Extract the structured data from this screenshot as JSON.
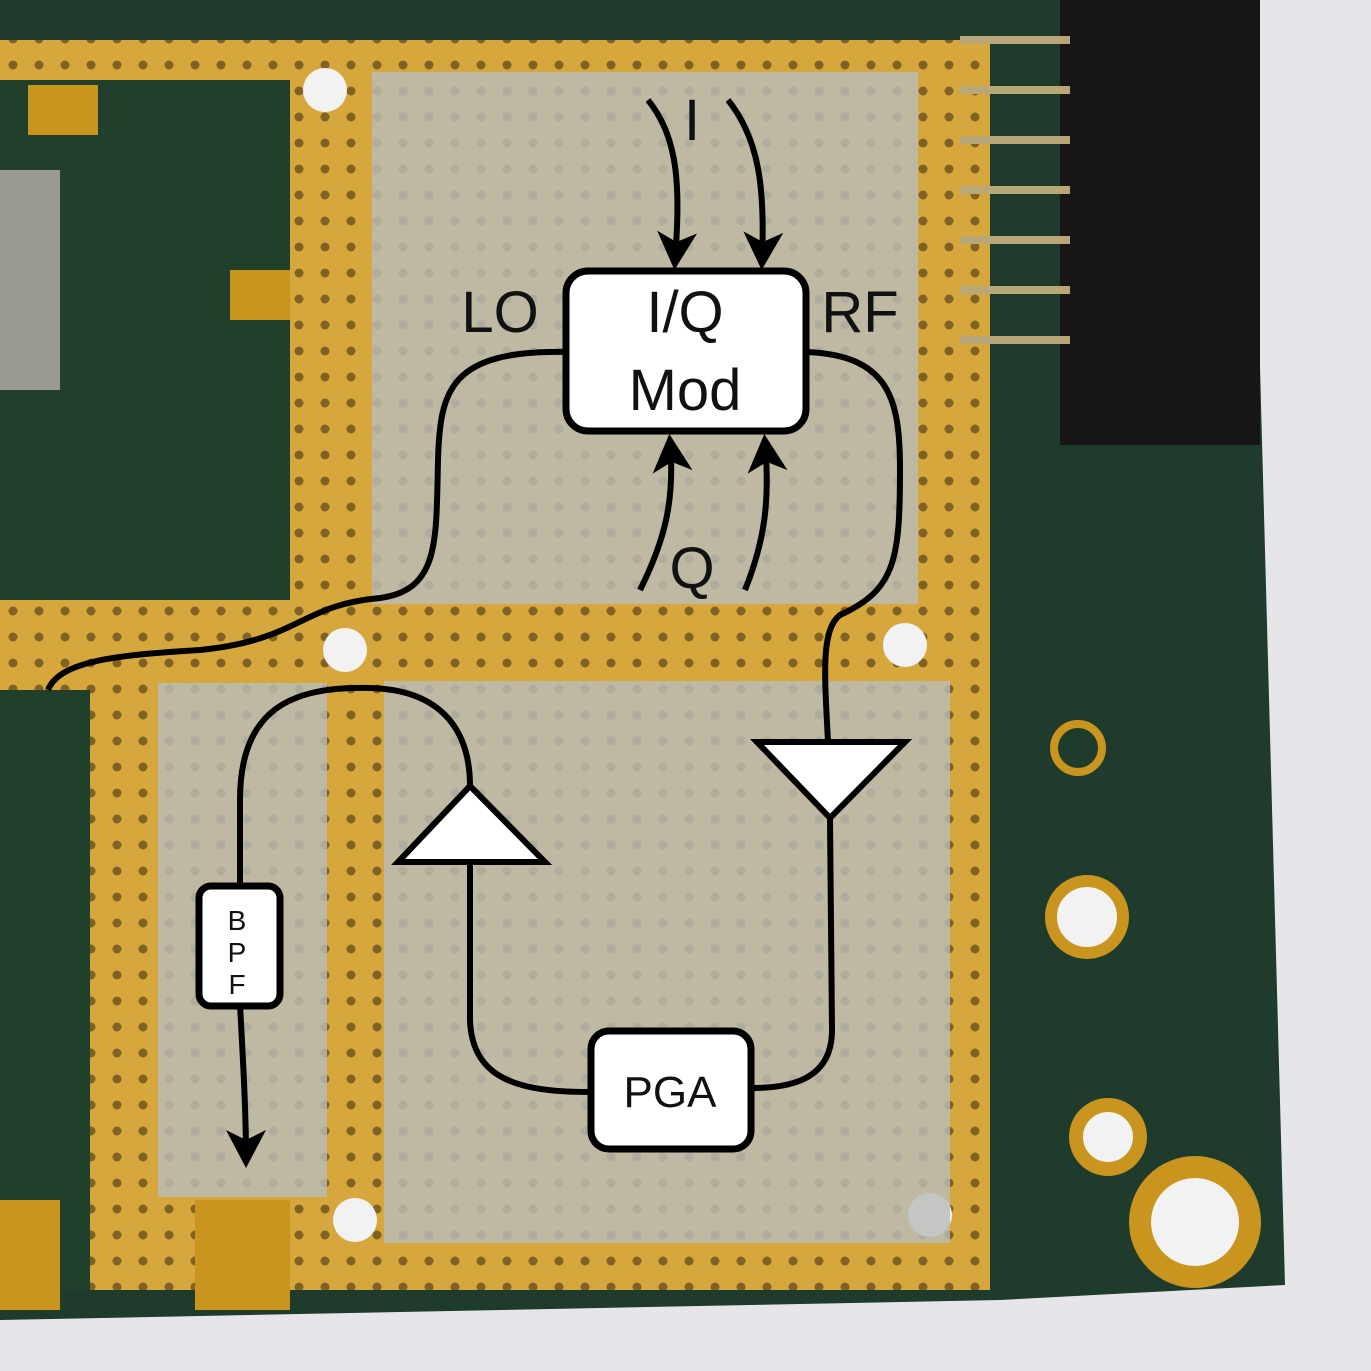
{
  "diagram": {
    "title": "I/Q modulator transmit chain on PCB",
    "blocks": {
      "iq_mod": {
        "line1": "I/Q",
        "line2": "Mod"
      },
      "pga": {
        "label": "PGA"
      },
      "bpf": {
        "letters": [
          "B",
          "P",
          "F"
        ]
      }
    },
    "signals": {
      "i": "I",
      "q": "Q",
      "lo": "LO",
      "rf": "RF"
    }
  },
  "colors": {
    "pcb_green": "#1e3b2b",
    "gold": "#d6a73c",
    "overlay": "#b9bcb8",
    "line": "#000000",
    "block_fill": "#ffffff"
  }
}
